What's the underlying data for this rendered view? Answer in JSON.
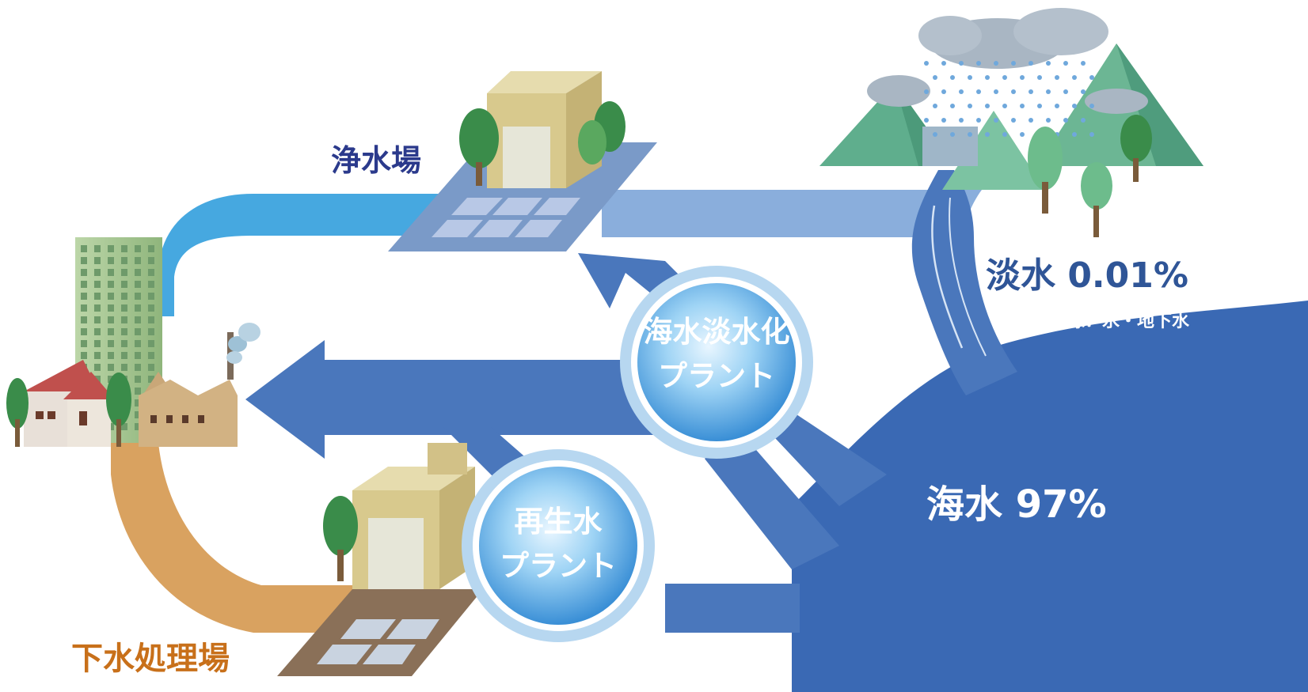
{
  "labels": {
    "water_purification_plant": "浄水場",
    "sewage_treatment_plant": "下水処理場",
    "fresh_water": "淡水 0.01%",
    "fresh_water_note": "除：氷・地下水",
    "seawater": "海水 97%",
    "desalination_plant_line1": "海水淡水化",
    "desalination_plant_line2": "プラント",
    "reclaimed_water_plant_line1": "再生水",
    "reclaimed_water_plant_line2": "プラント"
  },
  "colors": {
    "sea": "#3a69b4",
    "pipe_light": "#8aaedc",
    "pipe_cyan": "#46a8e0",
    "pipe_mid": "#4a77bc",
    "sewage_pipe": "#d9a260",
    "mountain": "#5fae8d",
    "building_tan": "#d8c98d",
    "tree": "#3a8c4a",
    "label_navy": "#2b3a8c",
    "label_orange": "#c8701a"
  }
}
